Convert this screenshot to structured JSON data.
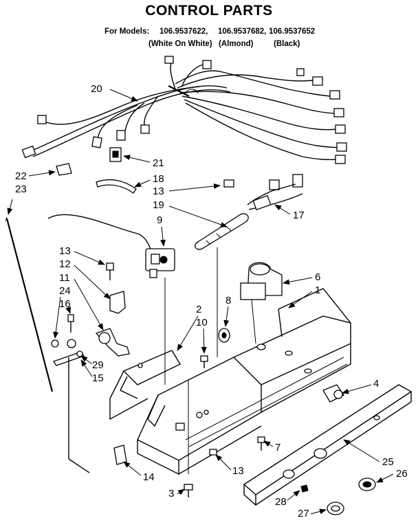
{
  "title": "CONTROL PARTS",
  "models_label": "For Models:",
  "models": [
    {
      "number": "106.9537622,",
      "finish": "(White On White)"
    },
    {
      "number": "106.9537682,",
      "finish": "(Almond)"
    },
    {
      "number": "106.9537652",
      "finish": "(Black)"
    }
  ],
  "callouts": [
    "20",
    "21",
    "22",
    "23",
    "18",
    "13",
    "19",
    "17",
    "9",
    "13",
    "12",
    "11",
    "24",
    "16",
    "6",
    "1",
    "8",
    "2",
    "10",
    "29",
    "15",
    "4",
    "7",
    "13",
    "14",
    "25",
    "26",
    "3",
    "28",
    "27"
  ]
}
